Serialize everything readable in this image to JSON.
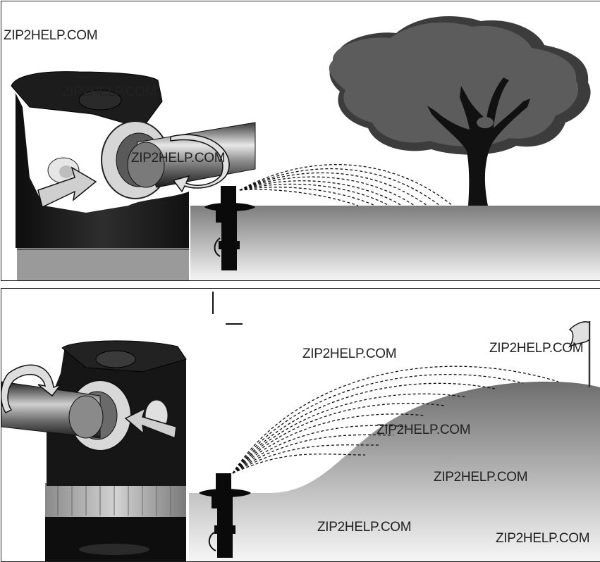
{
  "watermarks": {
    "top_left": "ZIP2HELP.COM",
    "top_photo_1": "ZIP2HELP.COM",
    "top_photo_2": "ZIP2HELP.COM",
    "bottom_sky_left": "ZIP2HELP.COM",
    "bottom_sky_right": "ZIP2HELP.COM",
    "bottom_hill_1": "ZIP2HELP.COM",
    "bottom_hill_2": "ZIP2HELP.COM",
    "bottom_ground_left": "ZIP2HELP.COM",
    "bottom_ground_right": "ZIP2HELP.COM"
  },
  "illustrations": {
    "top": {
      "scene": "sprinkler spraying short arc toward tree",
      "adjustment_icon": "clockwise-rotate-arrow-icon"
    },
    "bottom": {
      "scene": "sprinkler spraying long arc up hill toward golf flag",
      "adjustment_icon": "counterclockwise-rotate-arrow-icon"
    }
  },
  "colors": {
    "ink": "#111111",
    "tree_canopy": "#5a5a5a",
    "ground_top": "#8a8a8a",
    "ground_bottom": "#f2f2f2"
  }
}
